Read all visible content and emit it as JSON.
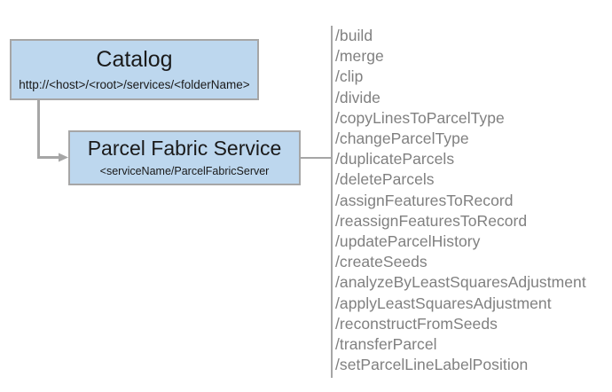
{
  "diagram": {
    "type": "service-architecture-diagram",
    "background_color": "#ffffff",
    "node_fill_color": "#bdd7ee",
    "node_border_color": "#a6a6a6",
    "connector_color": "#a6a6a6",
    "list_text_color": "#808080",
    "node_text_color": "#1a1a1a"
  },
  "nodes": [
    {
      "id": "catalog",
      "title": "Catalog",
      "subtitle": "http://<host>/<root>/services/<folderName>"
    },
    {
      "id": "parcel-fabric-service",
      "title": "Parcel Fabric Service",
      "subtitle": "<serviceName/ParcelFabricServer"
    }
  ],
  "operations": {
    "items": [
      "/build",
      "/merge",
      "/clip",
      "/divide",
      "/copyLinesToParcelType",
      "/changeParcelType",
      "/duplicateParcels",
      "/deleteParcels",
      "/assignFeaturesToRecord",
      "/reassignFeaturesToRecord",
      "/updateParcelHistory",
      "/createSeeds",
      "/analyzeByLeastSquaresAdjustment",
      "/applyLeastSquaresAdjustment",
      "/reconstructFromSeeds",
      "/transferParcel",
      "/setParcelLineLabelPosition"
    ]
  }
}
